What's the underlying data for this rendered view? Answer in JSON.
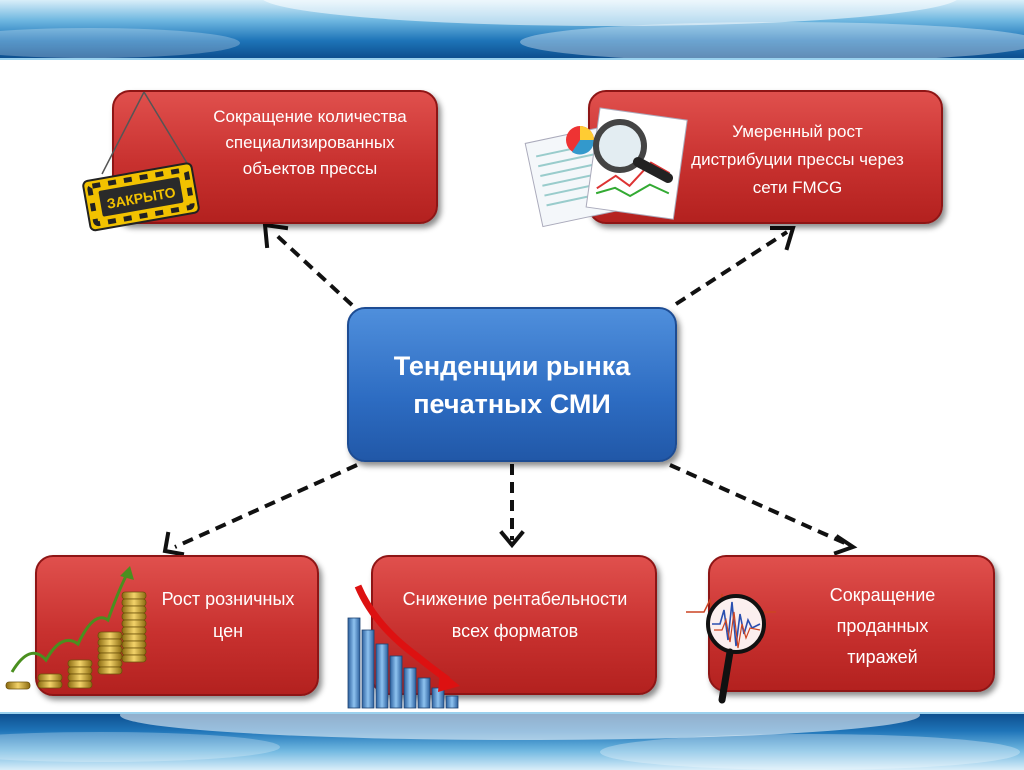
{
  "center": {
    "title": "Тенденции рынка печатных СМИ"
  },
  "nodes": {
    "top_left": {
      "text": "Сокращение количества специализированных объектов прессы",
      "sign_text": "ЗАКРЫТО"
    },
    "top_right": {
      "text": "Умеренный рост дистрибуции прессы через сети FMCG"
    },
    "bottom_left": {
      "text": "Рост розничных цен"
    },
    "bottom_middle": {
      "text": "Снижение рентабельности всех форматов"
    },
    "bottom_right": {
      "text": "Сокращение проданных тиражей"
    }
  },
  "colors": {
    "node_red": "#c8312f",
    "center_blue": "#2d6cc2",
    "arrow": "#111111",
    "sign_yellow": "#f2c200"
  },
  "icons": {
    "top_left": "closed-sign-icon",
    "top_right": "magnifier-over-charts-icon",
    "bottom_left": "growing-coin-stacks-icon",
    "bottom_middle": "declining-bar-chart-icon",
    "bottom_right": "magnifier-over-waveform-icon"
  }
}
